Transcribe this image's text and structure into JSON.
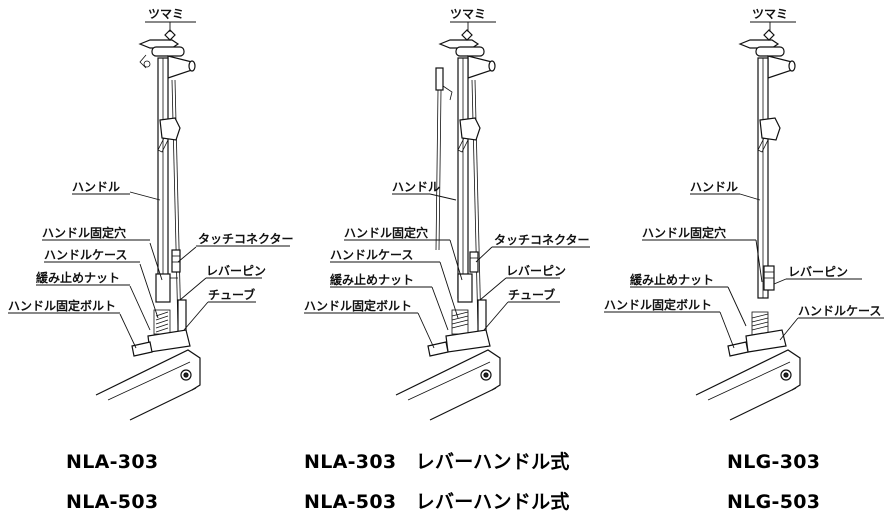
{
  "figures": [
    {
      "labels": {
        "knob": "ツマミ",
        "handle": "ハンドル",
        "handle_hole": "ハンドル固定穴",
        "touch_connector": "タッチコネクター",
        "handle_case": "ハンドルケース",
        "lever_pin": "レバーピン",
        "lock_nut": "緩み止めナット",
        "tube": "チューブ",
        "handle_bolt": "ハンドル固定ボルト"
      },
      "models": [
        "NLA-303",
        "NLA-503"
      ]
    },
    {
      "labels": {
        "knob": "ツマミ",
        "handle": "ハンドル",
        "handle_hole": "ハンドル固定穴",
        "touch_connector": "タッチコネクター",
        "handle_case": "ハンドルケース",
        "lever_pin": "レバーピン",
        "lock_nut": "緩み止めナット",
        "tube": "チューブ",
        "handle_bolt": "ハンドル固定ボルト"
      },
      "models": [
        "NLA-303　レバーハンドル式",
        "NLA-503　レバーハンドル式"
      ]
    },
    {
      "labels": {
        "knob": "ツマミ",
        "handle": "ハンドル",
        "handle_hole": "ハンドル固定穴",
        "lever_pin": "レバーピン",
        "lock_nut": "緩み止めナット",
        "handle_bolt": "ハンドル固定ボルト",
        "handle_case": "ハンドルケース"
      },
      "models": [
        "NLG-303",
        "NLG-503"
      ]
    }
  ]
}
